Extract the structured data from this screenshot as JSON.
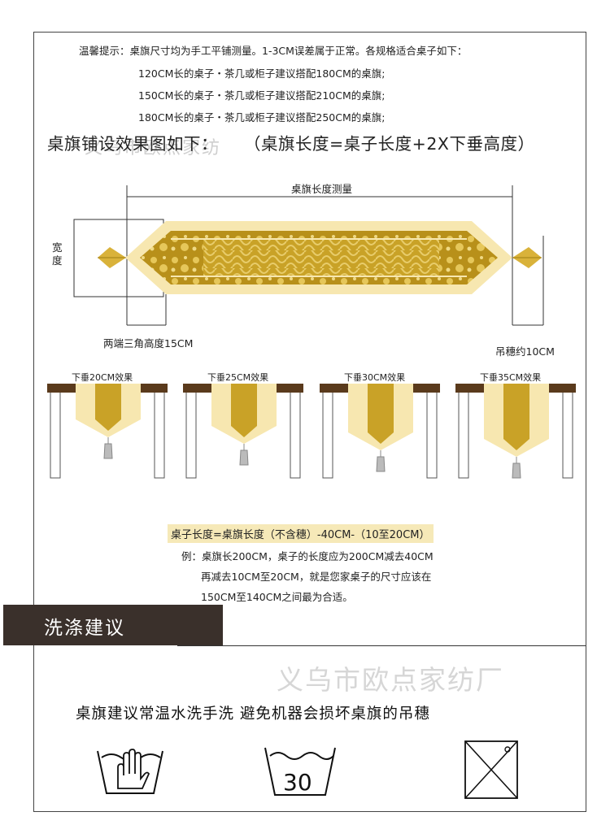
{
  "tips": {
    "line1": "温馨提示：桌旗尺寸均为手工平铺测量。1-3CM误差属于正常。各规格适合桌子如下：",
    "line2": "120CM长的桌子・茶几或柜子建议搭配180CM的桌旗;",
    "line3": "150CM长的桌子・茶几或柜子建议搭配210CM的桌旗;",
    "line4": "180CM长的桌子・茶几或柜子建议搭配250CM的桌旗;"
  },
  "headline": {
    "left": "桌旗铺设效果图如下：",
    "right": "（桌旗长度=桌子长度+2X下垂高度）",
    "watermark": "义乌市欧点家纺"
  },
  "diagram": {
    "length_label": "桌旗长度测量",
    "width_label": "宽度",
    "triangle_label": "两端三角高度15CM",
    "tassel_label": "吊穗约10CM"
  },
  "drops": [
    {
      "label": "下垂20CM效果",
      "drop": 20
    },
    {
      "label": "下垂25CM效果",
      "drop": 25
    },
    {
      "label": "下垂30CM效果",
      "drop": 30
    },
    {
      "label": "下垂35CM效果",
      "drop": 35
    }
  ],
  "formula": {
    "main": "桌子长度=桌旗长度（不含穗）-40CM-（10至20CM）",
    "ex1": "例：桌旗长200CM，桌子的长度应为200CM减去40CM",
    "ex2": "再减去10CM至20CM，就是您家桌子的尺寸应该在",
    "ex3": "150CM至140CM之间最为合适。"
  },
  "wash": {
    "section_title": "洗涤建议",
    "watermark": "义乌市欧点家纺厂",
    "advice": "桌旗建议常温水洗手洗 避免机器会损坏桌旗的吊穗",
    "temp": "30",
    "icons": [
      "hand-wash-icon",
      "wash-30-icon",
      "no-tumble-dry-icon"
    ]
  },
  "colors": {
    "gold": "#c9a227",
    "gold_dark": "#a07d12",
    "cream": "#f7e7b0",
    "wood": "#5a3a1c",
    "bar": "#3a302b"
  }
}
